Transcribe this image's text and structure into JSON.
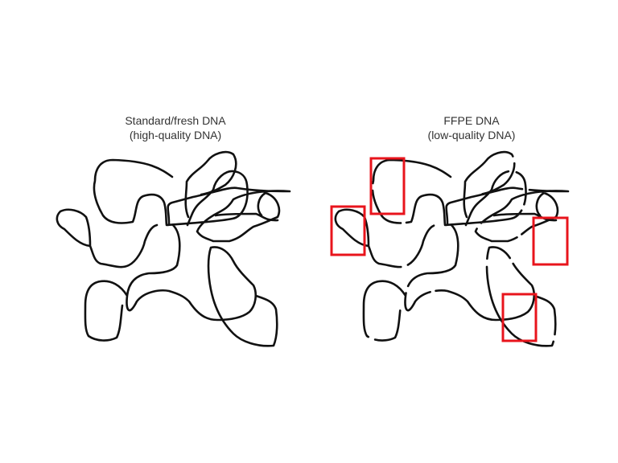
{
  "panels": [
    {
      "title": "Standard/fresh DNA",
      "subtitle": "(high-quality DNA)",
      "quality": "high"
    },
    {
      "title": "FFPE DNA",
      "subtitle": "(low-quality DNA)",
      "quality": "low",
      "damaged_regions": 4
    }
  ],
  "colors": {
    "strand": "#111111",
    "highlight": "#e8141c"
  }
}
